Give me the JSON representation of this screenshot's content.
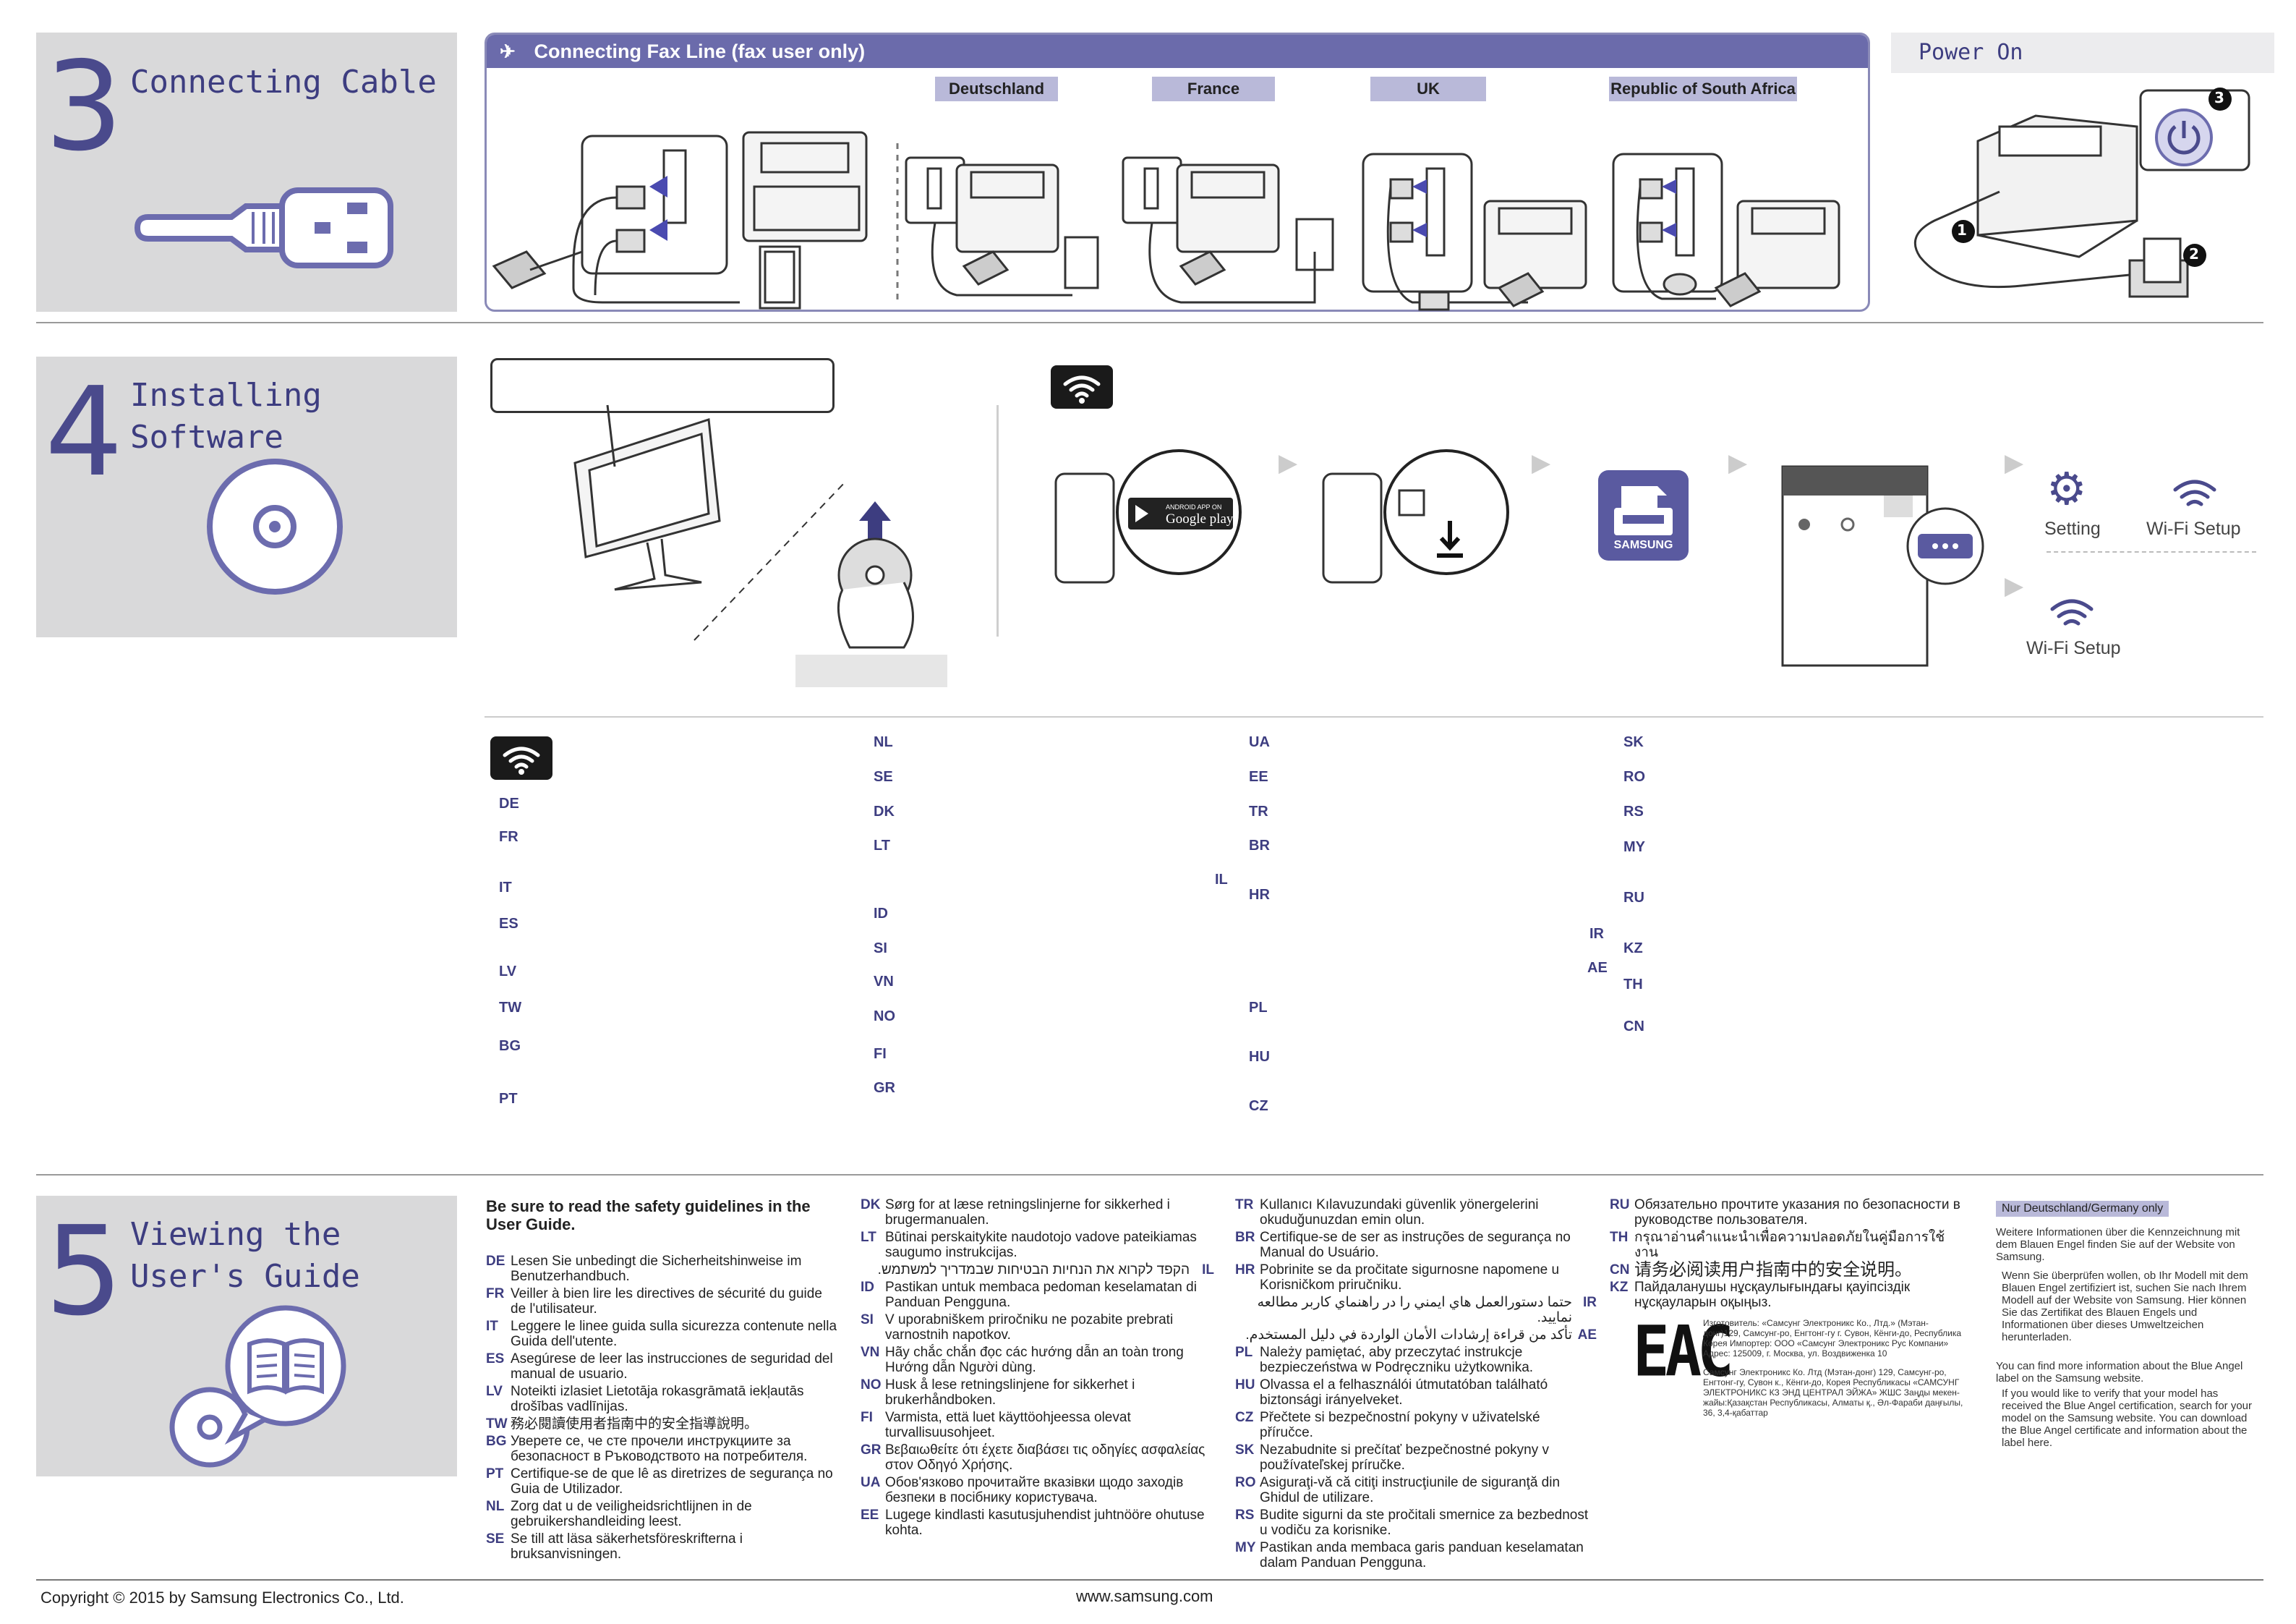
{
  "step3": {
    "number": "3",
    "title": "Connecting Cable"
  },
  "fax": {
    "header": "Connecting Fax Line (fax user only)",
    "tabs": [
      "Deutschland",
      "France",
      "UK",
      "Republic of South Africa"
    ]
  },
  "power": {
    "title": "Power On",
    "markers": [
      "1",
      "2",
      "3"
    ]
  },
  "step4": {
    "number": "4",
    "title": "Installing Software"
  },
  "wifi_labels": {
    "setting": "Setting",
    "wifi_setup_1": "Wi-Fi Setup",
    "wifi_setup_2": "Wi-Fi Setup"
  },
  "app": {
    "google_play_small": "ANDROID APP ON",
    "google_play": "Google play",
    "samsung_brand": "SAMSUNG"
  },
  "country_codes": {
    "col1": [
      "DE",
      "FR",
      "IT",
      "ES",
      "LV",
      "TW",
      "BG",
      "PT"
    ],
    "col2": [
      "NL",
      "SE",
      "DK",
      "LT",
      "ID",
      "SI",
      "VN",
      "NO",
      "FI",
      "GR"
    ],
    "col3": [
      "UA",
      "EE",
      "TR",
      "BR",
      "HR",
      "PL",
      "HU",
      "CZ"
    ],
    "col3_rtl": [
      "IL",
      "IR",
      "AE"
    ],
    "col4": [
      "SK",
      "RO",
      "RS",
      "MY",
      "RU",
      "KZ",
      "TH",
      "CN"
    ]
  },
  "step5": {
    "number": "5",
    "title": "Viewing the\nUser's Guide"
  },
  "guide": {
    "heading": "Be sure to read the safety guidelines in the User Guide.",
    "col1": [
      {
        "code": "DE",
        "text": "Lesen Sie unbedingt die Sicherheitshinweise im Benutzerhandbuch."
      },
      {
        "code": "FR",
        "text": "Veiller à bien lire les directives de sécurité du guide de l'utilisateur."
      },
      {
        "code": "IT",
        "text": "Leggere le linee guida sulla sicurezza contenute nella Guida dell'utente."
      },
      {
        "code": "ES",
        "text": "Asegúrese de leer las instrucciones de seguridad del manual de usuario."
      },
      {
        "code": "LV",
        "text": "Noteikti izlasiet Lietotāja rokasgrāmatā iekļautās drošības vadlīnijas."
      },
      {
        "code": "TW",
        "text": "務必閱讀使用者指南中的安全指導說明。"
      },
      {
        "code": "BG",
        "text": "Уверете се, че сте прочели инструкциите за безопасност в Ръководството на потребителя."
      },
      {
        "code": "PT",
        "text": "Certifique-se de que lê as diretrizes de segurança no Guia de Utilizador."
      },
      {
        "code": "NL",
        "text": "Zorg dat u de veiligheidsrichtlijnen in de gebruikershandleiding leest."
      },
      {
        "code": "SE",
        "text": "Se till att läsa säkerhetsföreskrifterna i bruksanvisningen."
      }
    ],
    "col2": [
      {
        "code": "DK",
        "text": "Sørg for at læse retningslinjerne for sikkerhed i brugermanualen."
      },
      {
        "code": "LT",
        "text": "Būtinai perskaitykite naudotojo vadove pateikiamas saugumo instrukcijas."
      },
      {
        "code": "IL",
        "text": "הקפד לקרוא את הנחיות הבטיחות שבמדריך למשתמש."
      },
      {
        "code": "ID",
        "text": "Pastikan untuk membaca pedoman keselamatan di Panduan Pengguna."
      },
      {
        "code": "SI",
        "text": "V uporabniškem priročniku ne pozabite prebrati varnostnih napotkov."
      },
      {
        "code": "VN",
        "text": "Hãy chắc chắn đọc các hướng dẫn an toàn trong Hướng dẫn Người dùng."
      },
      {
        "code": "NO",
        "text": "Husk å lese retningslinjene for sikkerhet i brukerhåndboken."
      },
      {
        "code": "FI",
        "text": "Varmista, että luet käyttöohjeessa olevat turvallisuusohjeet."
      },
      {
        "code": "GR",
        "text": "Βεβαιωθείτε ότι έχετε διαβάσει τις οδηγίες ασφαλείας στον Οδηγό Χρήσης."
      },
      {
        "code": "UA",
        "text": "Обов'язково прочитайте вказівки щодо заходів безпеки в посібнику користувача."
      },
      {
        "code": "EE",
        "text": "Lugege kindlasti kasutusjuhendist juhtnööre ohutuse kohta."
      }
    ],
    "col3": [
      {
        "code": "TR",
        "text": "Kullanıcı Kılavuzundaki güvenlik yönergelerini okuduğunuzdan emin olun."
      },
      {
        "code": "BR",
        "text": "Certifique-se de ser as instruções de segurança no Manual do Usuário."
      },
      {
        "code": "HR",
        "text": "Pobrinite se da pročitate sigurnosne napomene u Korisničkom priručniku."
      },
      {
        "code": "IR",
        "text": "حتما دستورالعمل هاي ايمني را در راهنماي كاربر مطالعه نماييد."
      },
      {
        "code": "AE",
        "text": "تأكد من قراءة إرشادات الأمان الواردة في دليل المستخدم."
      },
      {
        "code": "PL",
        "text": "Należy pamiętać, aby przeczytać instrukcje bezpieczeństwa w Podręczniku użytkownika."
      },
      {
        "code": "HU",
        "text": "Olvassa el a felhasználói útmutatóban található biztonsági irányelveket."
      },
      {
        "code": "CZ",
        "text": "Přečtete si bezpečnostní pokyny v uživatelské příručce."
      },
      {
        "code": "SK",
        "text": "Nezabudnite si prečítať bezpečnostné pokyny v používateľskej príručke."
      },
      {
        "code": "RO",
        "text": "Asiguraţi-vă că citiţi instrucţiunile de siguranţă din Ghidul de utilizare."
      },
      {
        "code": "RS",
        "text": "Budite sigurni da ste pročitali smernice za bezbednost u vodiču za korisnike."
      },
      {
        "code": "MY",
        "text": "Pastikan anda membaca garis panduan keselamatan dalam Panduan Pengguna."
      }
    ],
    "col4": [
      {
        "code": "RU",
        "text": "Обязательно прочтите указания по безопасности в руководстве пользователя."
      },
      {
        "code": "TH",
        "text": "กรุณาอ่านคำแนะนำเพื่อความปลอดภัยในคู่มือการใช้งาน"
      },
      {
        "code": "CN",
        "text": "请务必阅读用户指南中的安全说明。"
      },
      {
        "code": "KZ",
        "text": "Пайдаланушы нұсқаулығындағы қауіпсіздік нұсқауларын оқыңыз."
      }
    ],
    "eac": "EAC",
    "eac_text1": "Изготовитель: «Самсунг Электроникс Ко., Лтд.» (Мэтан-донг)129, Самсунг-ро, Енгтонг-гу г. Сувон, Кёнги-до, Республика Корея Импортер: ООО «Самсунг Электроникс Рус Компани» Адрес: 125009, г. Москва, ул. Воздвиженка 10",
    "eac_text2": "Самсунг Электроникс Ко. Лтд (Мэтан-донг) 129, Самсунг-ро, Енгтонг-гу, Сувон к., Кёнги-до, Корея Республикасы «САМСУНГ ЭЛЕКТРОНИКС КЗ ЭНД ЦЕНТРАЛ ЭЙЖА» ЖШС Заңды мекен-жайы:Қазақстан Республикасы, Алматы қ., Әл-Фараби даңғылы, 36, 3,4-қабаттар",
    "de_badge": "Nur Deutschland/Germany only",
    "de_text1": "Weitere Informationen über die Kennzeichnung mit dem Blauen Engel finden Sie auf der Website von Samsung.",
    "de_text2": "Wenn Sie überprüfen wollen, ob Ihr Modell mit dem Blauen Engel zertifiziert ist, suchen Sie nach Ihrem Modell auf der Website von Samsung. Hier können Sie das Zertifikat des Blauen Engels und Informationen über dieses Umweltzeichen herunterladen.",
    "en_text1": "You can find more information about the Blue Angel label on the Samsung website.",
    "en_text2": "If you would like to verify that your model has received the Blue Angel certification, search for your model on the Samsung website. You can download the Blue Angel certificate and information about the label here."
  },
  "footer": {
    "copyright": "Copyright © 2015 by Samsung Electronics Co., Ltd.",
    "website": "www.samsung.com"
  },
  "colors": {
    "accent": "#4a4a8c",
    "panel_gray": "#d9d9da",
    "fax_bar": "#6b6bab",
    "tab": "#b9b9d9"
  }
}
